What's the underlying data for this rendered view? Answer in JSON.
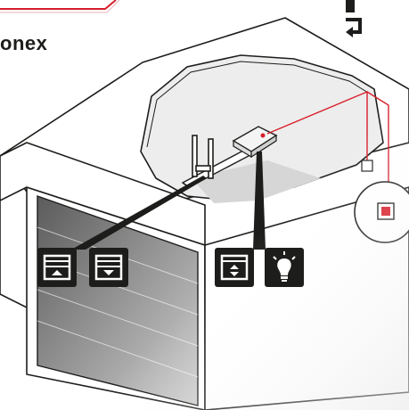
{
  "brand": {
    "text": "onex"
  },
  "icons": [
    {
      "name": "garage-door-open-icon",
      "group": "left-pair"
    },
    {
      "name": "garage-door-close-icon",
      "group": "left-pair"
    },
    {
      "name": "garage-door-open-close-icon",
      "group": "right-pair"
    },
    {
      "name": "light-bulb-icon",
      "group": "right-pair"
    }
  ],
  "colors": {
    "accent_red": "#d81e2a",
    "outline": "#1d1d1b",
    "interior_grey": "#e9e9e9",
    "icon_bg": "#1d1d1b",
    "icon_fg": "#ffffff"
  }
}
